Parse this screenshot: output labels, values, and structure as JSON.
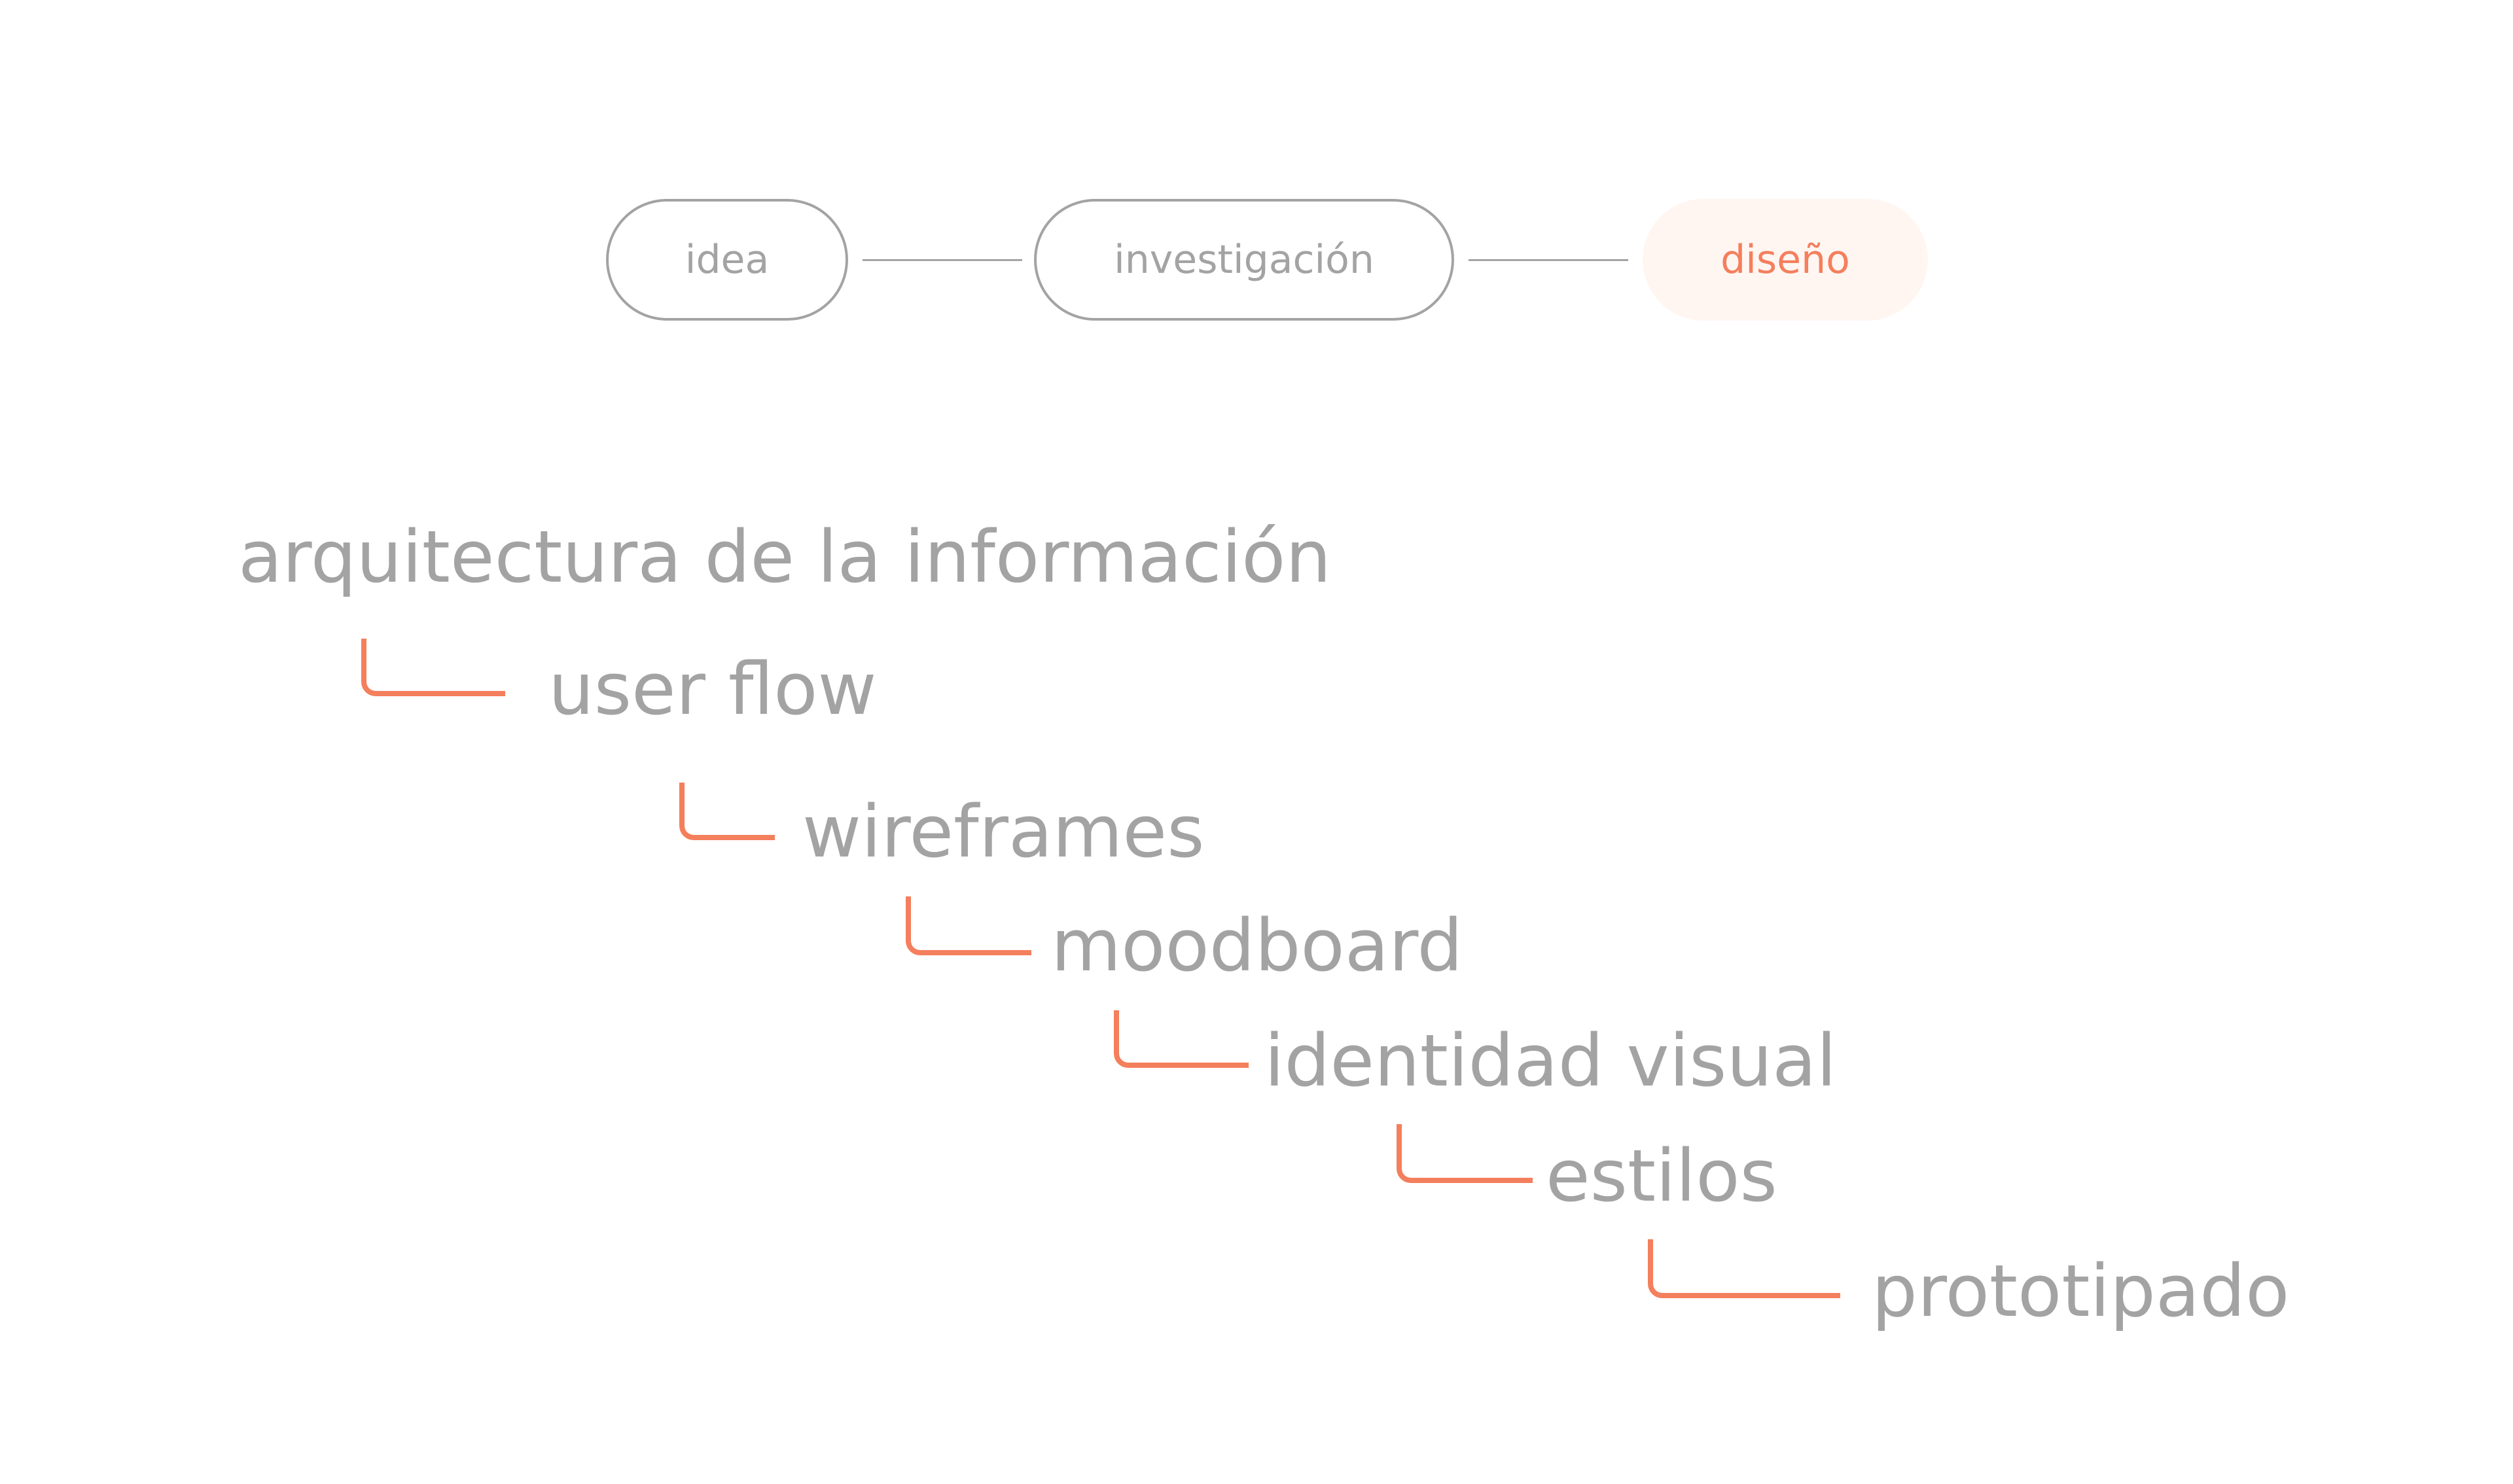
{
  "stepper": {
    "steps": [
      {
        "label": "idea",
        "state": "done"
      },
      {
        "label": "investigación",
        "state": "done"
      },
      {
        "label": "diseño",
        "state": "active"
      }
    ]
  },
  "tree": {
    "root": "arquitectura de la información",
    "items": [
      "user flow",
      "wireframes",
      "moodboard",
      "identidad visual",
      "estilos",
      "prototipado"
    ]
  },
  "colors": {
    "accent": "#f47f5d",
    "text": "#a3a3a3",
    "active_bg": "#fff6f2"
  }
}
